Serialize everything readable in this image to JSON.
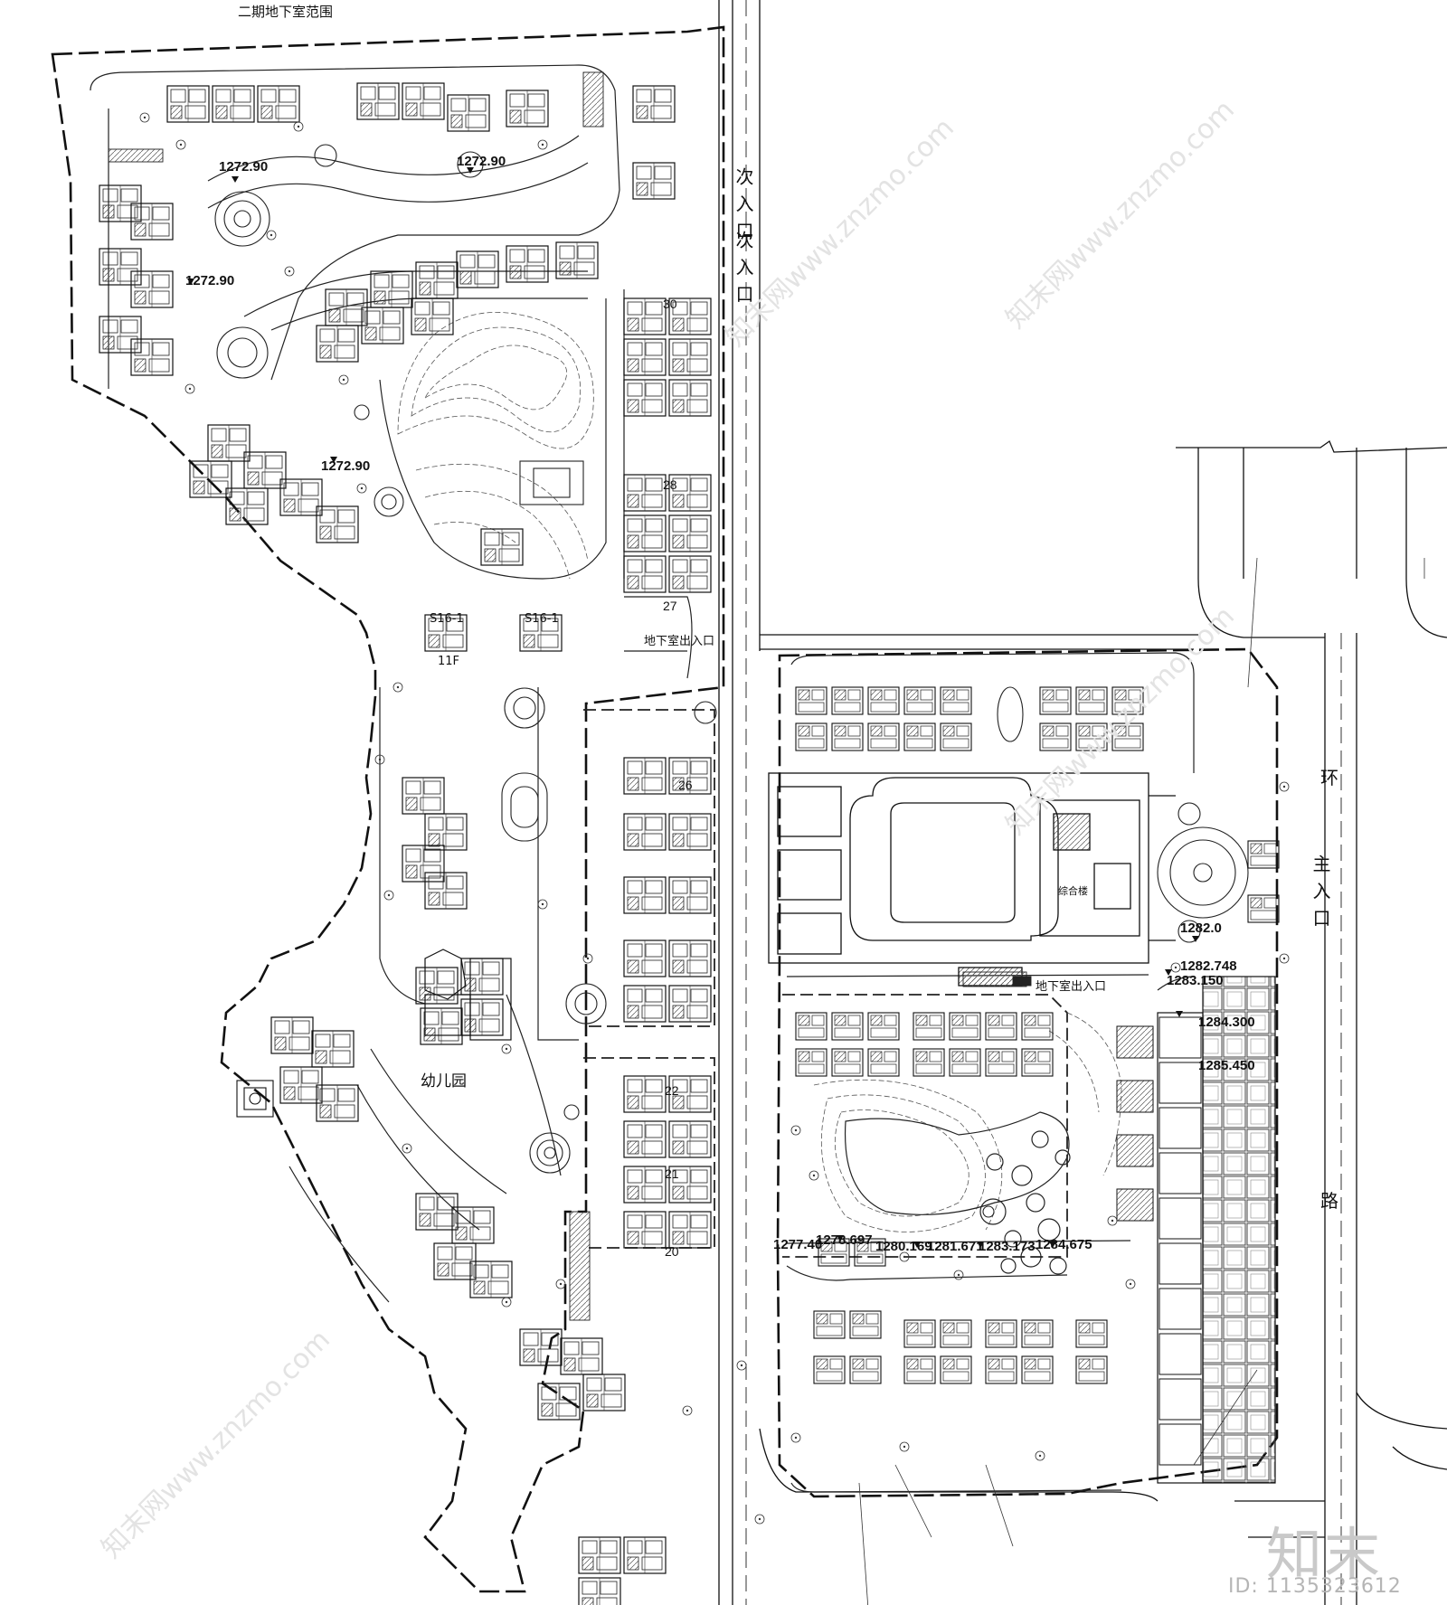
{
  "labels": {
    "basement_range": "二期地下室范围",
    "secondary_entrance": "次入口",
    "basement_exit_north": "地下室出入口",
    "basement_exit_center": "地下室出入口",
    "ring_road": "环",
    "main_entrance": "主入口",
    "road": "路",
    "kindergarten": "幼儿园",
    "complex_building": "综合楼",
    "building_s16a": "S16-1",
    "building_s16b": "S16-1",
    "floors_11f": "11F"
  },
  "elevations": [
    "1272.90",
    "1272.90",
    "1272.90",
    "1272.90",
    "1282.0",
    "1282.748",
    "1283.150",
    "1284.300",
    "1285.450",
    "1277.40",
    "1278.697",
    "1280.169",
    "1281.671",
    "1283.173",
    "1284.675"
  ],
  "building_numbers": [
    "30",
    "28",
    "27",
    "26",
    "22",
    "21",
    "20"
  ],
  "watermark": {
    "brand": "知末",
    "id": "ID: 1135323612",
    "site": "知末网www.znzmo.com"
  }
}
